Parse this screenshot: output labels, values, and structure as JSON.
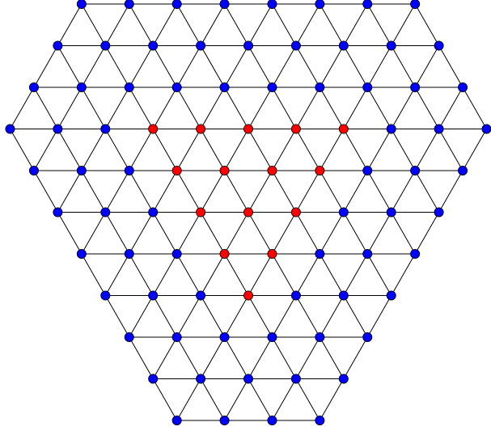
{
  "diagram": {
    "type": "triangular-lattice-graph",
    "layout": "hexagonal-top-tapering-to-bottom",
    "rows": [
      {
        "offset": 3,
        "count": 8
      },
      {
        "offset": 2,
        "count": 9
      },
      {
        "offset": 1,
        "count": 10
      },
      {
        "offset": 0,
        "count": 11
      },
      {
        "offset": 1,
        "count": 10
      },
      {
        "offset": 2,
        "count": 9
      },
      {
        "offset": 3,
        "count": 8
      },
      {
        "offset": 4,
        "count": 7
      },
      {
        "offset": 5,
        "count": 6
      },
      {
        "offset": 6,
        "count": 5
      },
      {
        "offset": 7,
        "count": 4
      }
    ],
    "highlighted_nodes": [
      [
        3,
        3
      ],
      [
        3,
        4
      ],
      [
        3,
        5
      ],
      [
        3,
        6
      ],
      [
        3,
        7
      ],
      [
        4,
        3
      ],
      [
        4,
        4
      ],
      [
        4,
        5
      ],
      [
        4,
        6
      ],
      [
        5,
        3
      ],
      [
        5,
        4
      ],
      [
        5,
        5
      ],
      [
        6,
        3
      ],
      [
        6,
        4
      ],
      [
        7,
        3
      ]
    ],
    "highlighted_region_shape": "inverted triangle",
    "node_count": 87,
    "highlighted_count": 15,
    "colors": {
      "node_default": "#0000ff",
      "node_highlighted": "#ff0000",
      "edge": "#000000",
      "background": "#ffffff"
    }
  }
}
